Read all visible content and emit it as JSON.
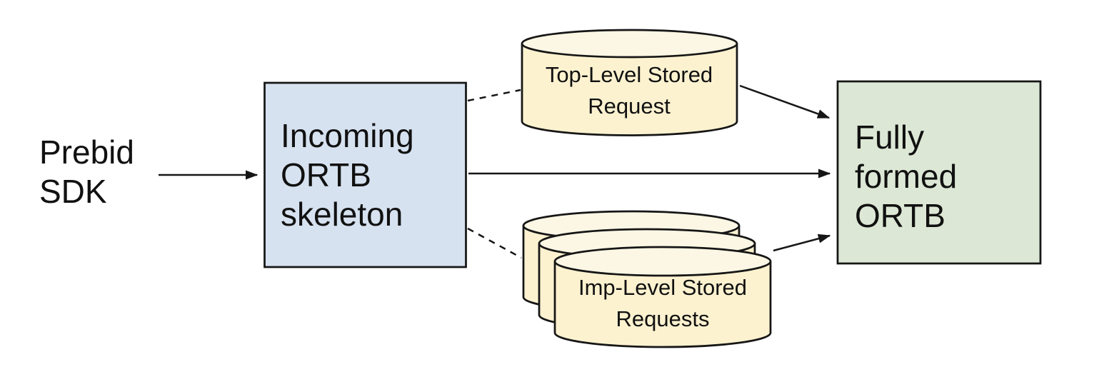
{
  "colors": {
    "background": "#ffffff",
    "stroke": "#161616",
    "text": "#111111",
    "box_blue": "#d7e2f0",
    "box_green": "#dce8d5",
    "cylinder_yellow": "#fdf2d0",
    "cylinder_top_yellow": "#fcf7e4"
  },
  "nodes": {
    "prebid_sdk": {
      "lines": [
        "Prebid",
        "SDK"
      ]
    },
    "incoming_ortb_skeleton": {
      "lines": [
        "Incoming",
        "ORTB",
        "skeleton"
      ],
      "fill": "#d7e2f0"
    },
    "top_level_stored_request": {
      "lines": [
        "Top-Level Stored",
        "Request"
      ],
      "fill": "#fdf2d0",
      "top_fill": "#fcf7e4"
    },
    "imp_level_stored_requests": {
      "lines": [
        "Imp-Level Stored",
        "Requests"
      ],
      "fill": "#fdf2d0",
      "top_fill": "#fcf7e4",
      "stack_count": 3
    },
    "fully_formed_ortb": {
      "lines": [
        "Fully",
        "formed",
        "ORTB"
      ],
      "fill": "#dce8d5"
    }
  },
  "connectors": [
    {
      "from": "prebid-sdk",
      "to": "incoming-ortb-skeleton",
      "style": "solid-arrow"
    },
    {
      "from": "incoming-ortb-skeleton",
      "to": "top-level-stored-request",
      "style": "dashed"
    },
    {
      "from": "top-level-stored-request",
      "to": "fully-formed-ortb",
      "style": "solid-arrow"
    },
    {
      "from": "incoming-ortb-skeleton",
      "to": "fully-formed-ortb",
      "style": "solid-arrow"
    },
    {
      "from": "incoming-ortb-skeleton",
      "to": "imp-level-stored-requests",
      "style": "dashed"
    },
    {
      "from": "imp-level-stored-requests",
      "to": "fully-formed-ortb",
      "style": "solid-arrow"
    }
  ]
}
